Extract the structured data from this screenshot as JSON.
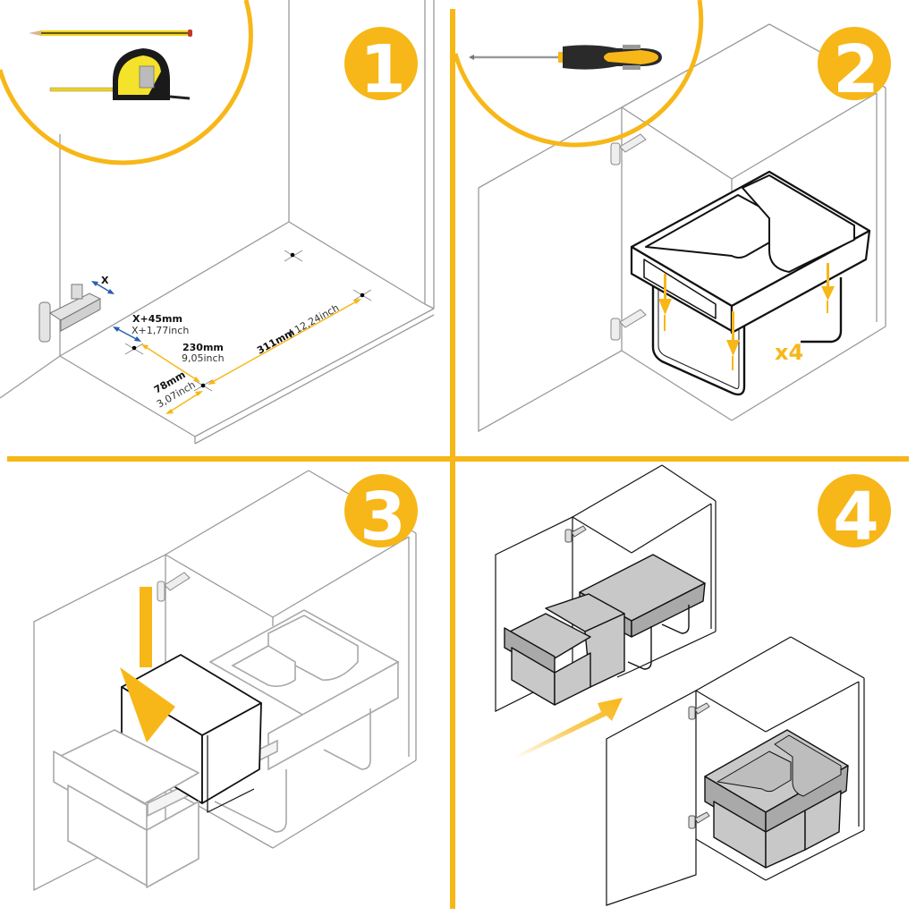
{
  "document": {
    "type": "installation-instructions",
    "accent_color": "#F7B718",
    "line_color": "#9a9a9a",
    "arrow_blue": "#2a5db0"
  },
  "steps": [
    {
      "number": "1",
      "tools": [
        "pencil-icon",
        "tape-measure-icon"
      ],
      "measurements": {
        "hinge_offset_label": "X",
        "offset_mm": "X+45mm",
        "offset_inch": "X+1,77inch",
        "depth_mm": "230mm",
        "depth_inch": "9,05inch",
        "front_mm": "78mm",
        "front_inch": "3,07inch",
        "width_mm": "311mm",
        "width_separator": "/",
        "width_inch": "12,24inch"
      }
    },
    {
      "number": "2",
      "tools": [
        "screwdriver-icon"
      ],
      "multiplier": "x4"
    },
    {
      "number": "3"
    },
    {
      "number": "4"
    }
  ]
}
